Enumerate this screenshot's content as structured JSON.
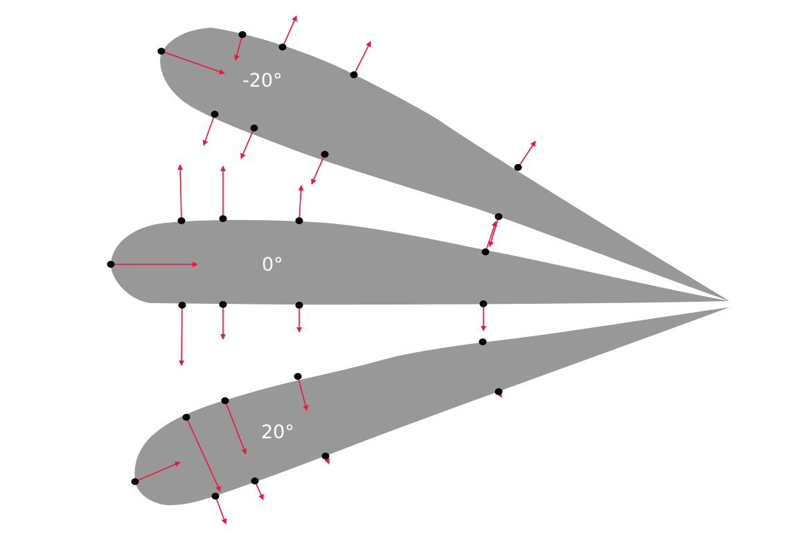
{
  "colors": {
    "airfoil_fill": "#989898",
    "vector": "#f0143c",
    "point": "#000000",
    "label": "#ffffff",
    "background": "#ffffff"
  },
  "airfoils": [
    {
      "angle_label": "-20°"
    },
    {
      "angle_label": "0°"
    },
    {
      "angle_label": "20°"
    }
  ]
}
